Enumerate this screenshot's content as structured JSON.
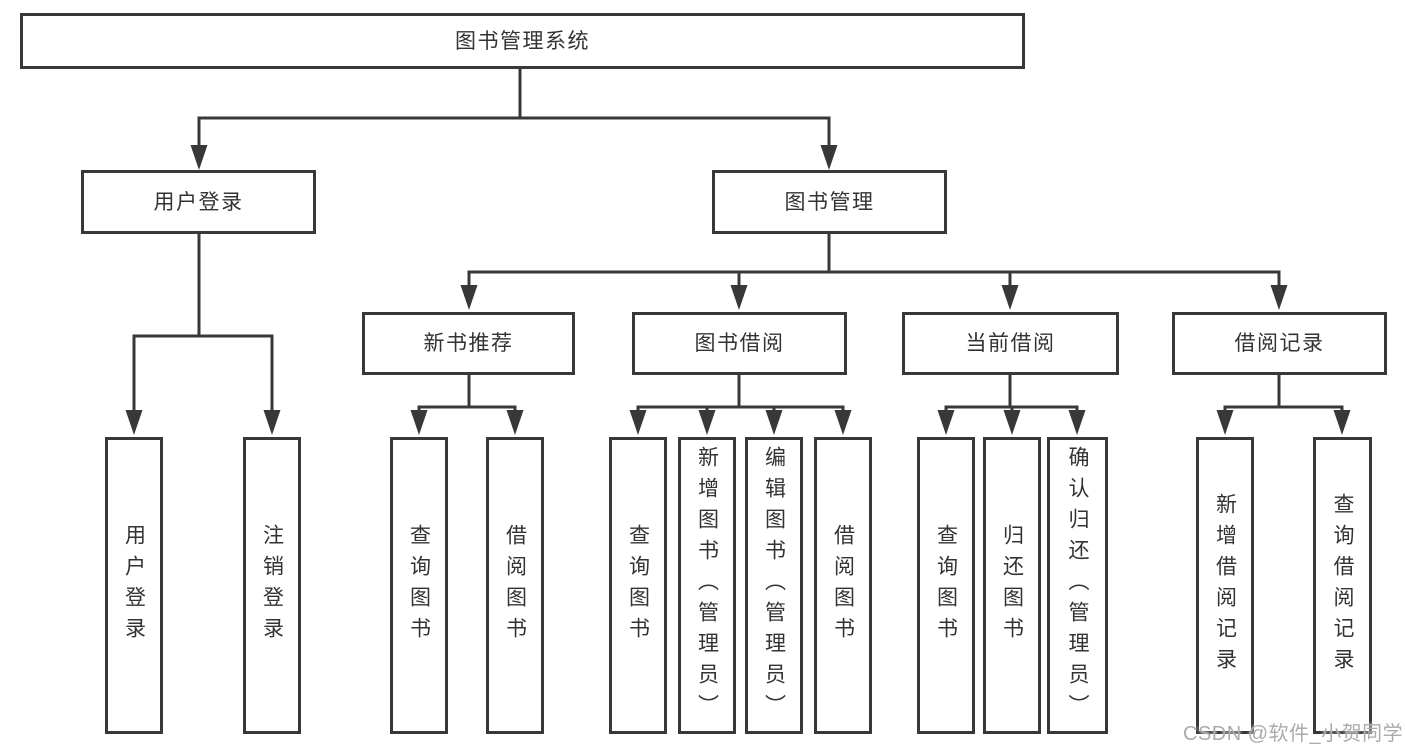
{
  "diagram": {
    "root": {
      "label": "图书管理系统"
    },
    "level2": {
      "user_login": {
        "label": "用户登录"
      },
      "book_management": {
        "label": "图书管理"
      }
    },
    "level3": {
      "new_book_recommend": {
        "label": "新书推荐"
      },
      "book_borrowing": {
        "label": "图书借阅"
      },
      "current_borrowing": {
        "label": "当前借阅"
      },
      "borrowing_records": {
        "label": "借阅记录"
      }
    },
    "leaves": {
      "user_login": {
        "label": "用户登录"
      },
      "logout": {
        "label": "注销登录"
      },
      "nbr_query_books": {
        "label": "查询图书"
      },
      "nbr_borrow_books": {
        "label": "借阅图书"
      },
      "bb_query_books": {
        "label": "查询图书"
      },
      "bb_add_books_admin": {
        "label": "新增图书（管理员）"
      },
      "bb_edit_books_admin": {
        "label": "编辑图书（管理员）"
      },
      "bb_borrow_books": {
        "label": "借阅图书"
      },
      "cb_query_books": {
        "label": "查询图书"
      },
      "cb_return_books": {
        "label": "归还图书"
      },
      "cb_confirm_return_admin": {
        "label": "确认归还（管理员）"
      },
      "br_add_record": {
        "label": "新增借阅记录"
      },
      "br_query_record": {
        "label": "查询借阅记录"
      }
    }
  },
  "watermark": {
    "text": "CSDN @软件_小贺同学"
  },
  "colors": {
    "line": "#383838",
    "box_border": "#383838",
    "text": "#333333",
    "watermark": "#ababab",
    "background": "#ffffff"
  }
}
